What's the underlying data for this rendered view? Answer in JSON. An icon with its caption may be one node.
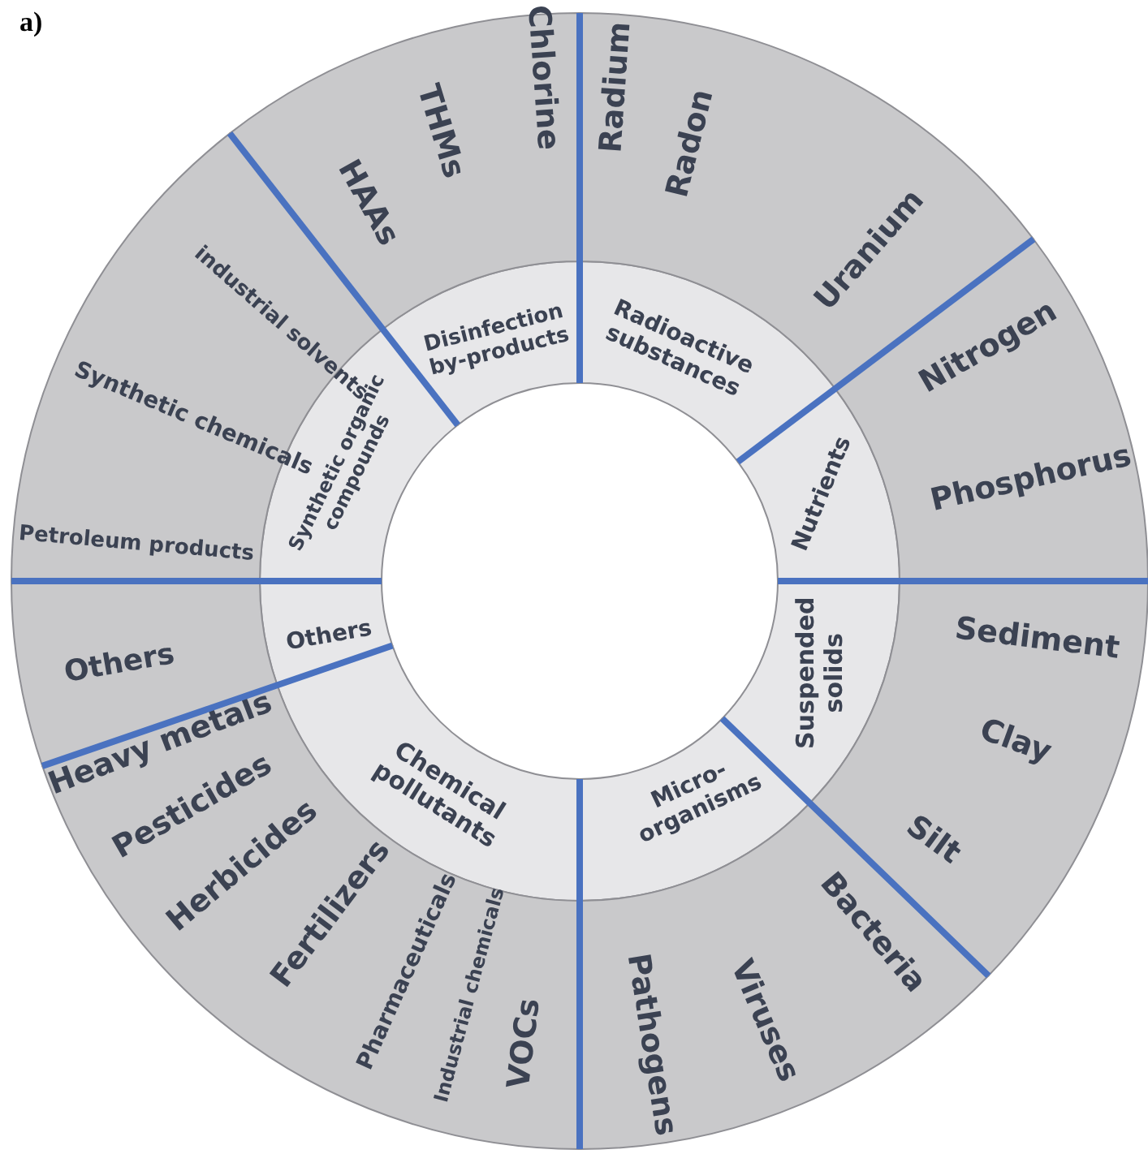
{
  "diagram": {
    "nodes": [
      {
        "text": [
          "Disinfection by-products"
        ]
      },
      {
        "text": [
          "HAAs",
          "THMs",
          "Chlorine"
        ]
      },
      {
        "text": [
          "Radioactive substances"
        ]
      },
      {
        "text": [
          "Radium",
          "Radon",
          "Uranium"
        ]
      },
      {
        "text": [
          "Nutrients"
        ]
      },
      {
        "text": [
          "Nitrogen",
          "Phosphorus"
        ]
      },
      {
        "text": [
          "Suspended solids"
        ]
      },
      {
        "text": [
          "Sediment",
          "Clay",
          "Silt"
        ]
      },
      {
        "text": [
          "Micro-organisms"
        ]
      },
      {
        "text": [
          "Bacteria",
          "Viruses",
          "Pathogens"
        ]
      },
      {
        "text": [
          "Chemical pollutants"
        ]
      },
      {
        "text": [
          "VOCs",
          "Industrial chemicals",
          "Pharmaceuticals",
          "Fertilizers",
          "Herbicides",
          "Pesticides",
          "Heavy metals"
        ]
      },
      {
        "text": [
          "Others"
        ]
      },
      {
        "text": [
          "Others"
        ]
      },
      {
        "text": [
          "Synthetic organic compounds"
        ]
      },
      {
        "text": [
          "Petroleum products",
          "Synthetic chemicals",
          "industrial solvents"
        ]
      }
    ],
    "labels": [
      "a)"
    ]
  }
}
